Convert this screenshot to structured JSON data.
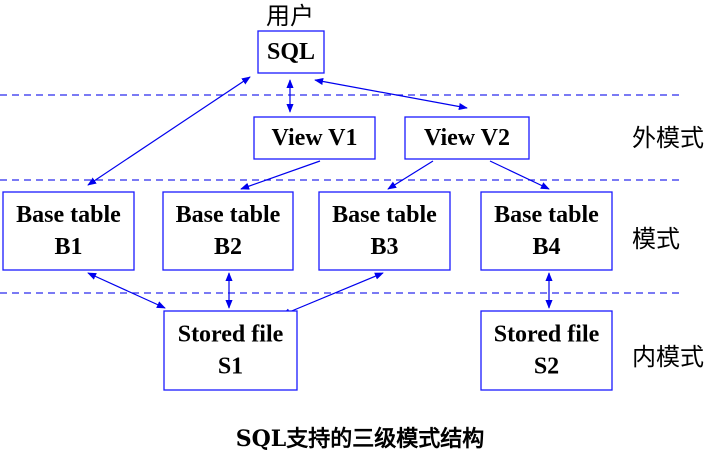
{
  "colors": {
    "box_border": "#1a1aff",
    "arrow": "#0000ee",
    "divider": "#2a2aee",
    "text": "#000000"
  },
  "top_label": "用户",
  "nodes": {
    "sql": [
      "SQL"
    ],
    "view1": [
      "View V1"
    ],
    "view2": [
      "View V2"
    ],
    "b1": [
      "Base table",
      "B1"
    ],
    "b2": [
      "Base table",
      "B2"
    ],
    "b3": [
      "Base table",
      "B3"
    ],
    "b4": [
      "Base table",
      "B4"
    ],
    "s1": [
      "Stored file",
      "S1"
    ],
    "s2": [
      "Stored file",
      "S2"
    ]
  },
  "levels": {
    "external": "外模式",
    "conceptual": "模式",
    "internal": "内模式"
  },
  "edges": [
    {
      "from": "sql",
      "to": "b1",
      "direction": "both"
    },
    {
      "from": "sql",
      "to": "view1",
      "direction": "both"
    },
    {
      "from": "sql",
      "to": "view2",
      "direction": "both"
    },
    {
      "from": "view1",
      "to": "b2",
      "direction": "forward"
    },
    {
      "from": "view2",
      "to": "b3",
      "direction": "forward"
    },
    {
      "from": "view2",
      "to": "b4",
      "direction": "forward"
    },
    {
      "from": "b1",
      "to": "s1",
      "direction": "both"
    },
    {
      "from": "b2",
      "to": "s1",
      "direction": "both"
    },
    {
      "from": "b3",
      "to": "s1",
      "direction": "both"
    },
    {
      "from": "b4",
      "to": "s2",
      "direction": "both"
    }
  ],
  "caption": "SQL支持的三级模式结构"
}
